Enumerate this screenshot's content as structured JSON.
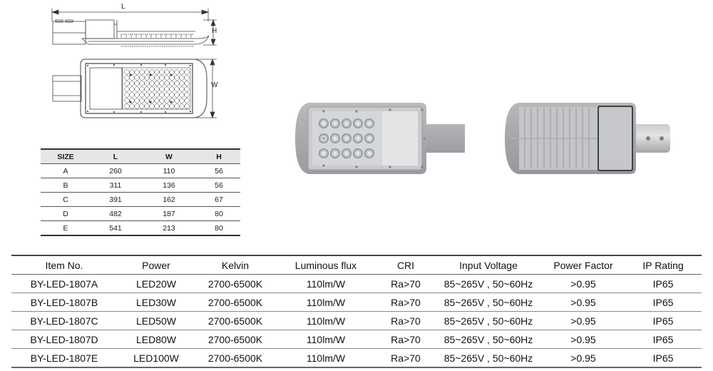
{
  "drawing": {
    "dimension_labels": {
      "length": "L",
      "height": "H",
      "width": "W"
    }
  },
  "size_table": {
    "headers": [
      "SIZE",
      "L",
      "W",
      "H"
    ],
    "rows": [
      [
        "A",
        "260",
        "110",
        "56"
      ],
      [
        "B",
        "311",
        "136",
        "56"
      ],
      [
        "C",
        "391",
        "162",
        "67"
      ],
      [
        "D",
        "482",
        "187",
        "80"
      ],
      [
        "E",
        "541",
        "213",
        "80"
      ]
    ]
  },
  "photos": {
    "front": "street-light-front-view",
    "back": "street-light-back-view"
  },
  "colors": {
    "housing_gray": "#a9abad",
    "housing_dark": "#8e9093",
    "lens_light": "#e3e5e8",
    "table_header_bg": "#e6e6e6"
  },
  "spec_table": {
    "headers": [
      "Item No.",
      "Power",
      "Kelvin",
      "Luminous flux",
      "CRI",
      "Input Voltage",
      "Power Factor",
      "IP Rating"
    ],
    "rows": [
      [
        "BY-LED-1807A",
        "LED20W",
        "2700-6500K",
        "110lm/W",
        "Ra>70",
        "85~265V , 50~60Hz",
        ">0.95",
        "IP65"
      ],
      [
        "BY-LED-1807B",
        "LED30W",
        "2700-6500K",
        "110lm/W",
        "Ra>70",
        "85~265V , 50~60Hz",
        ">0.95",
        "IP65"
      ],
      [
        "BY-LED-1807C",
        "LED50W",
        "2700-6500K",
        "110lm/W",
        "Ra>70",
        "85~265V , 50~60Hz",
        ">0.95",
        "IP65"
      ],
      [
        "BY-LED-1807D",
        "LED80W",
        "2700-6500K",
        "110lm/W",
        "Ra>70",
        "85~265V , 50~60Hz",
        ">0.95",
        "IP65"
      ],
      [
        "BY-LED-1807E",
        "LED100W",
        "2700-6500K",
        "110lm/W",
        "Ra>70",
        "85~265V , 50~60Hz",
        ">0.95",
        "IP65"
      ]
    ]
  }
}
